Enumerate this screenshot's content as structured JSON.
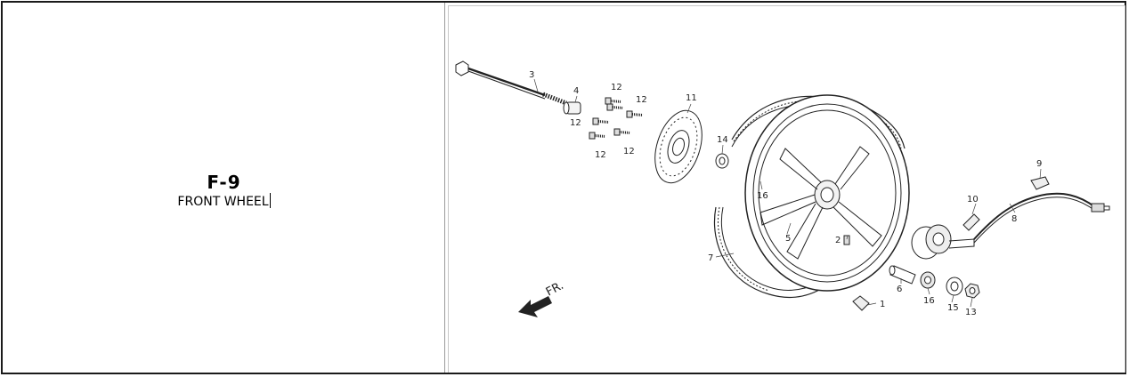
{
  "header": {
    "code": "F-9",
    "name": "FRONT WHEEL"
  },
  "diagram": {
    "part_labels": {
      "axle": "3",
      "collar": "4",
      "bolt_a": "12",
      "bolt_b": "12",
      "bolt_c": "12",
      "bolt_d": "12",
      "bolt_e": "12",
      "bolt_f": "12",
      "disc": "11",
      "bearing_left": "14",
      "dust_seal_left": "16",
      "rim": "5",
      "tire": "7",
      "valve": "2",
      "spacer": "6",
      "dust_seal_right": "16",
      "washer": "15",
      "nut": "13",
      "cotter": "1",
      "cable": "8",
      "clamp": "9",
      "bracket": "10"
    },
    "direction_label": "FR."
  }
}
